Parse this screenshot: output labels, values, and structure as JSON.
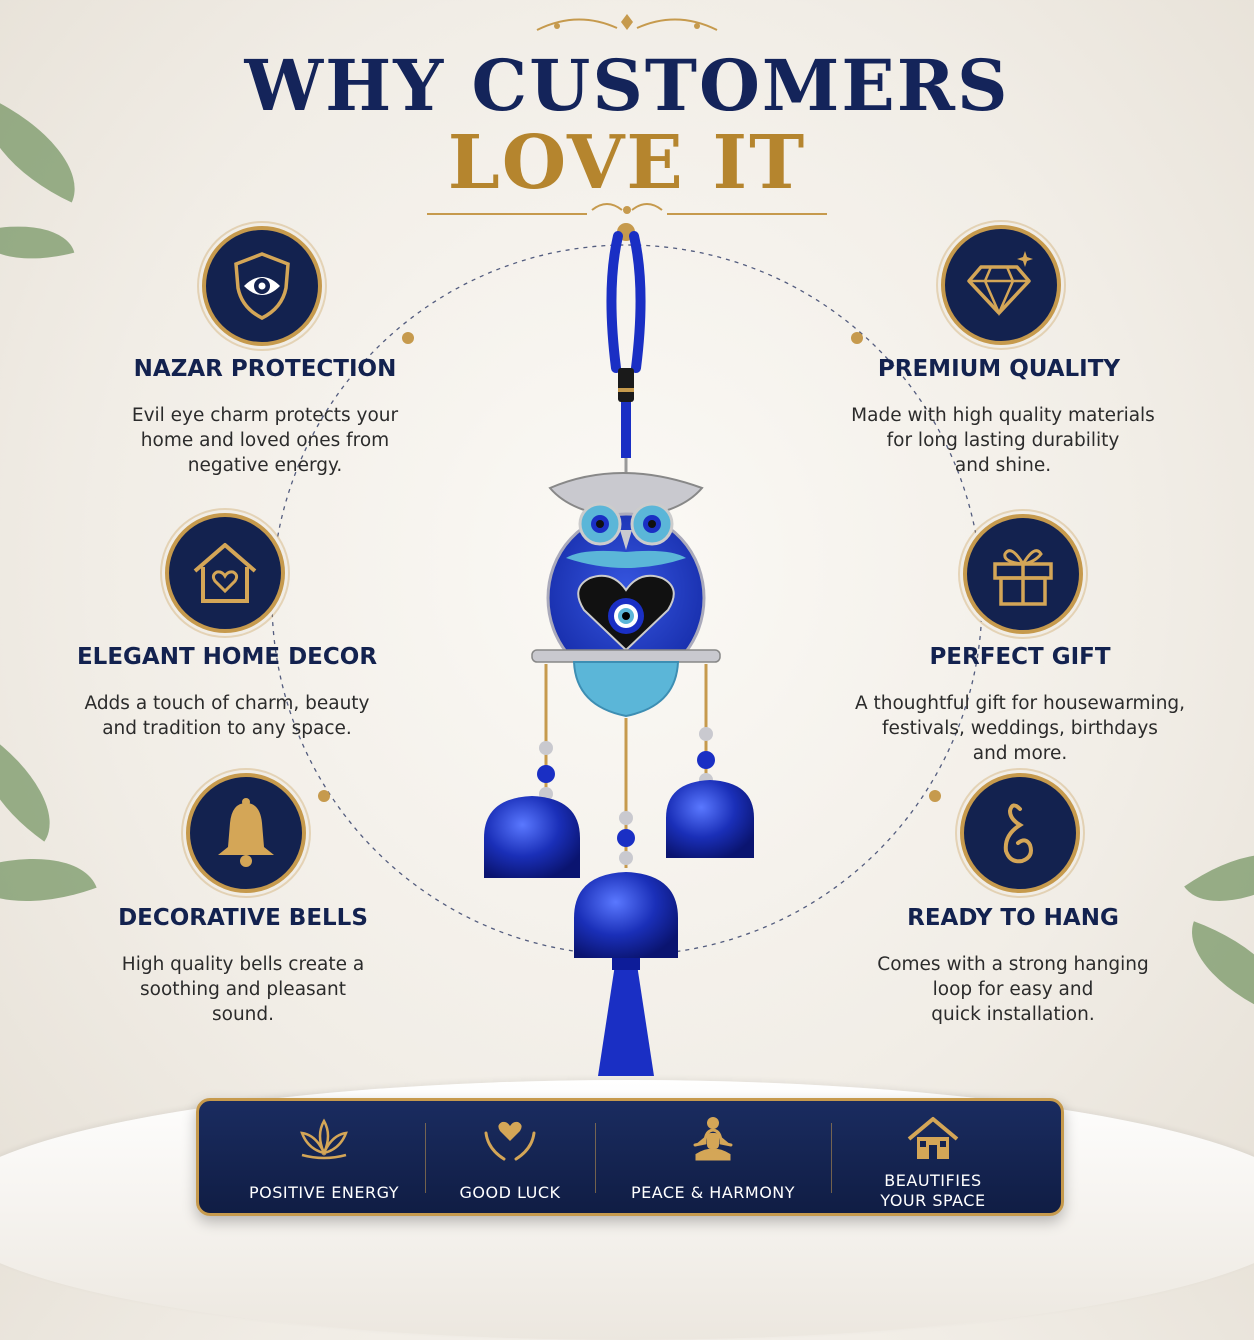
{
  "title": {
    "line1": "WHY CUSTOMERS",
    "line2": "LOVE IT"
  },
  "colors": {
    "navy": "#13224f",
    "gold": "#c69a4d",
    "cobalt": "#1d33b5",
    "turquoise": "#5bb6d8"
  },
  "features_left": [
    {
      "icon": "shield-eye-icon",
      "heading": "NAZAR PROTECTION",
      "lines": [
        "Evil eye charm protects your",
        "home and loved ones from",
        "negative energy."
      ]
    },
    {
      "icon": "house-heart-icon",
      "heading": "ELEGANT HOME DECOR",
      "lines": [
        "Adds a touch of charm, beauty",
        "and tradition to any space."
      ]
    },
    {
      "icon": "bell-icon",
      "heading": "DECORATIVE BELLS",
      "lines": [
        "High quality bells create a",
        "soothing and pleasant",
        "sound."
      ]
    }
  ],
  "features_right": [
    {
      "icon": "diamond-icon",
      "heading": "PREMIUM QUALITY",
      "lines": [
        "Made with high quality materials",
        "for long lasting durability",
        "and shine."
      ]
    },
    {
      "icon": "gift-icon",
      "heading": "PERFECT GIFT",
      "lines": [
        "A thoughtful gift for housewarming,",
        "festivals, weddings, birthdays",
        "and more."
      ]
    },
    {
      "icon": "hook-icon",
      "heading": "READY TO HANG",
      "lines": [
        "Comes with a strong hanging",
        "loop for easy and",
        "quick installation."
      ]
    }
  ],
  "benefits": [
    {
      "icon": "lotus-icon",
      "lines": [
        "POSITIVE ENERGY"
      ]
    },
    {
      "icon": "hands-heart-icon",
      "lines": [
        "GOOD LUCK"
      ]
    },
    {
      "icon": "meditation-icon",
      "lines": [
        "PEACE & HARMONY"
      ]
    },
    {
      "icon": "home-icon",
      "lines": [
        "BEAUTIFIES",
        "YOUR SPACE"
      ]
    }
  ]
}
